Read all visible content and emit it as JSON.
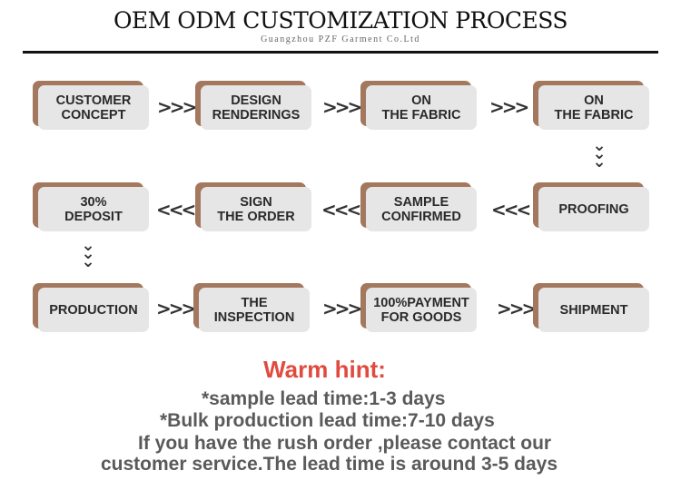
{
  "header": {
    "title": "OEM ODM CUSTOMIZATION PROCESS",
    "subtitle": "Guangzhou PZF Garment Co.Ltd"
  },
  "steps": [
    "CUSTOMER\nCONCEPT",
    "DESIGN\nRENDERINGS",
    "ON\nTHE FABRIC",
    "ON\nTHE FABRIC",
    "PROOFING",
    "SAMPLE\nCONFIRMED",
    "SIGN\nTHE ORDER",
    "30%\nDEPOSIT",
    "PRODUCTION",
    "THE\nINSPECTION",
    "100%PAYMENT\nFOR GOODS",
    "SHIPMENT"
  ],
  "arrows": {
    "right": ">>>",
    "left": "<<<",
    "down_icon": "triple-chevron-down"
  },
  "hint": {
    "title": "Warm hint:",
    "lines": [
      "*sample lead time:1-3 days",
      "*Bulk production lead time:7-10 days",
      "If you have the rush order ,please contact our",
      "customer service.The lead time is around 3-5 days"
    ]
  },
  "colors": {
    "box_shadow": "#a4785e",
    "box_face": "#e6e6e6",
    "hint_title": "#e04b3f",
    "hint_text": "#5a5a5a"
  }
}
